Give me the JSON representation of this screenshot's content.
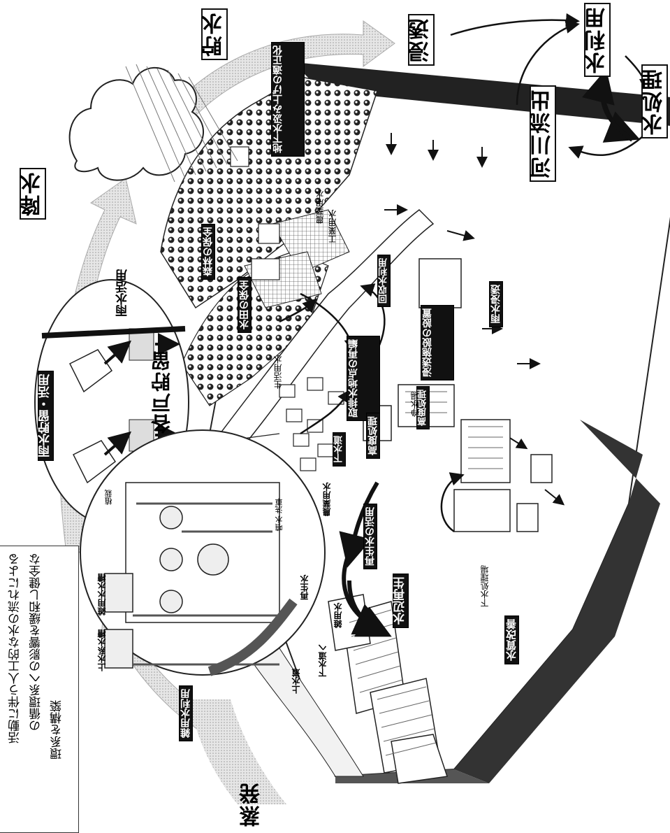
{
  "cycle": {
    "precipitation": "降水",
    "storage": "貯水",
    "evaporation": "蒸発",
    "river_outflow": "河川流出",
    "infiltration": "浸透",
    "water_use": "水利用",
    "water_treatment": "水処理"
  },
  "description": {
    "line1": "活動に伴う人工的な水の流れによる",
    "line2": "の循環系への影響を緩和し健全な",
    "line3": "環系を構築"
  },
  "inset_rain": {
    "title": "雨水貯留・活用",
    "household_storage": "各戸貯留",
    "rain_use": "雨水活用"
  },
  "inset_building": {
    "misc_water_use": "雑用水利用",
    "upper_tank": "上水系水槽",
    "misc_tank": "雑用水水槽",
    "planting": "植栽",
    "spray_car_wash": "噴水 洗車",
    "reclaimed_water": "再生水",
    "to_sewer": "下水道へ",
    "water_supply": "上水道"
  },
  "labels": {
    "groundwater": "地下水汲み上げの適正化",
    "forest": "森林の保全",
    "paddy": "水田の保全",
    "agri_water": "農業用水",
    "industrial_water": "工業用水",
    "recovered_water": "回収水利用",
    "domestic_water": "生活用水",
    "intake_rearrange": "取排水地点の再編",
    "advanced_treatment": "高度処理",
    "advanced_treatment2": "高度処理",
    "purification_plant": "浄水場",
    "sewer": "下水道",
    "infiltration_facility": "浸透施設の設置",
    "rain_infiltration": "雨水浸透",
    "reclaimed_use": "再生水の活用",
    "waterside_regen": "水辺再生",
    "water_quality": "水質改善",
    "sewage_plant": "下水処理場",
    "agri_water2": "農業用水",
    "misc_water": "雑用水",
    "infiltration_basin": "浸透桝の設置"
  }
}
